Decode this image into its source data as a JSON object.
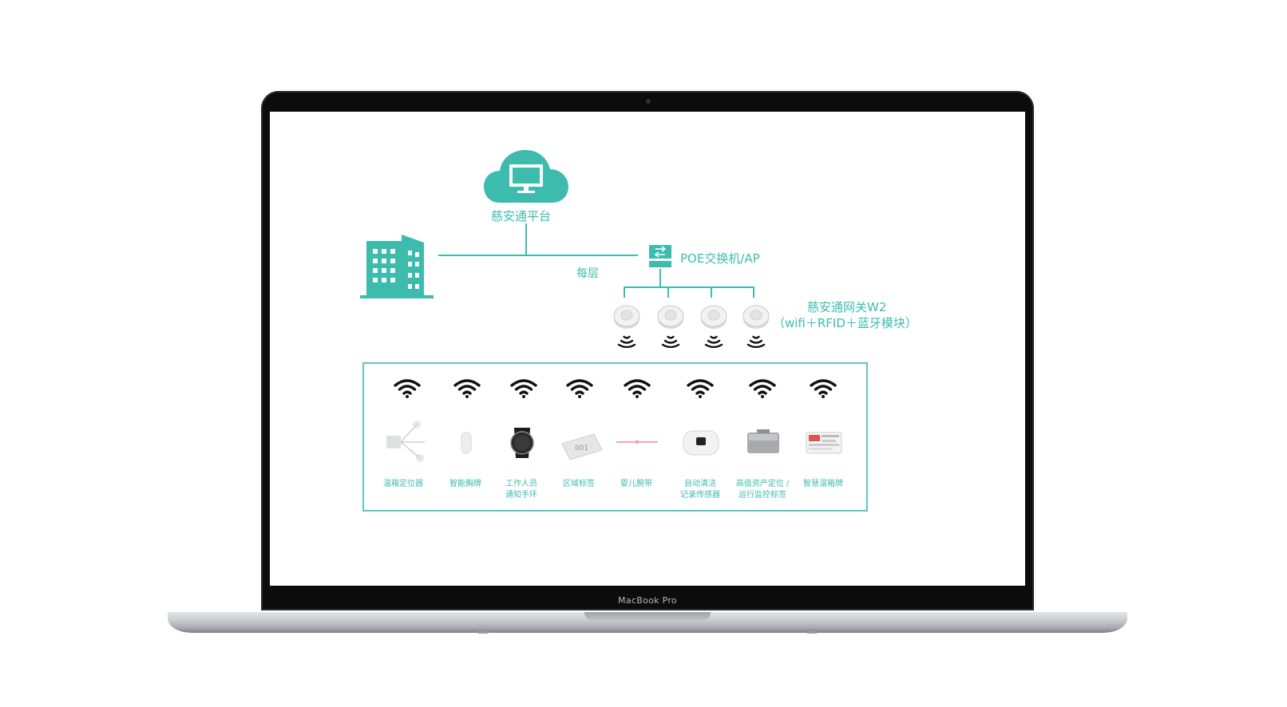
{
  "laptop": {
    "brand": "MacBook Pro"
  },
  "diagram": {
    "platform_label": "慈安通平台",
    "floor_label": "每层",
    "switch_label": "POE交换机/AP",
    "gateway_label_line1": "慈安通网关W2",
    "gateway_label_line2": "（wifi＋RFID＋蓝牙模块）",
    "gateway_count": 4,
    "devices": [
      {
        "label": "温箱定位器",
        "icon": "incubator-locator-icon"
      },
      {
        "label": "智能胸牌",
        "icon": "smart-badge-icon"
      },
      {
        "label": "工作人员\n通知手环",
        "icon": "wristband-watch-icon"
      },
      {
        "label": "区域标签",
        "icon": "area-tag-icon"
      },
      {
        "label": "婴儿腕带",
        "icon": "infant-wristband-icon"
      },
      {
        "label": "自动清洁\n记录传感器",
        "icon": "cleaning-sensor-icon"
      },
      {
        "label": "高值资产定位 /\n运行监控标签",
        "icon": "asset-tag-icon"
      },
      {
        "label": "智慧温箱牌",
        "icon": "smart-incubator-sign-icon"
      }
    ]
  },
  "colors": {
    "accent": "#3dbcae",
    "frame": "#0c0c0d"
  }
}
